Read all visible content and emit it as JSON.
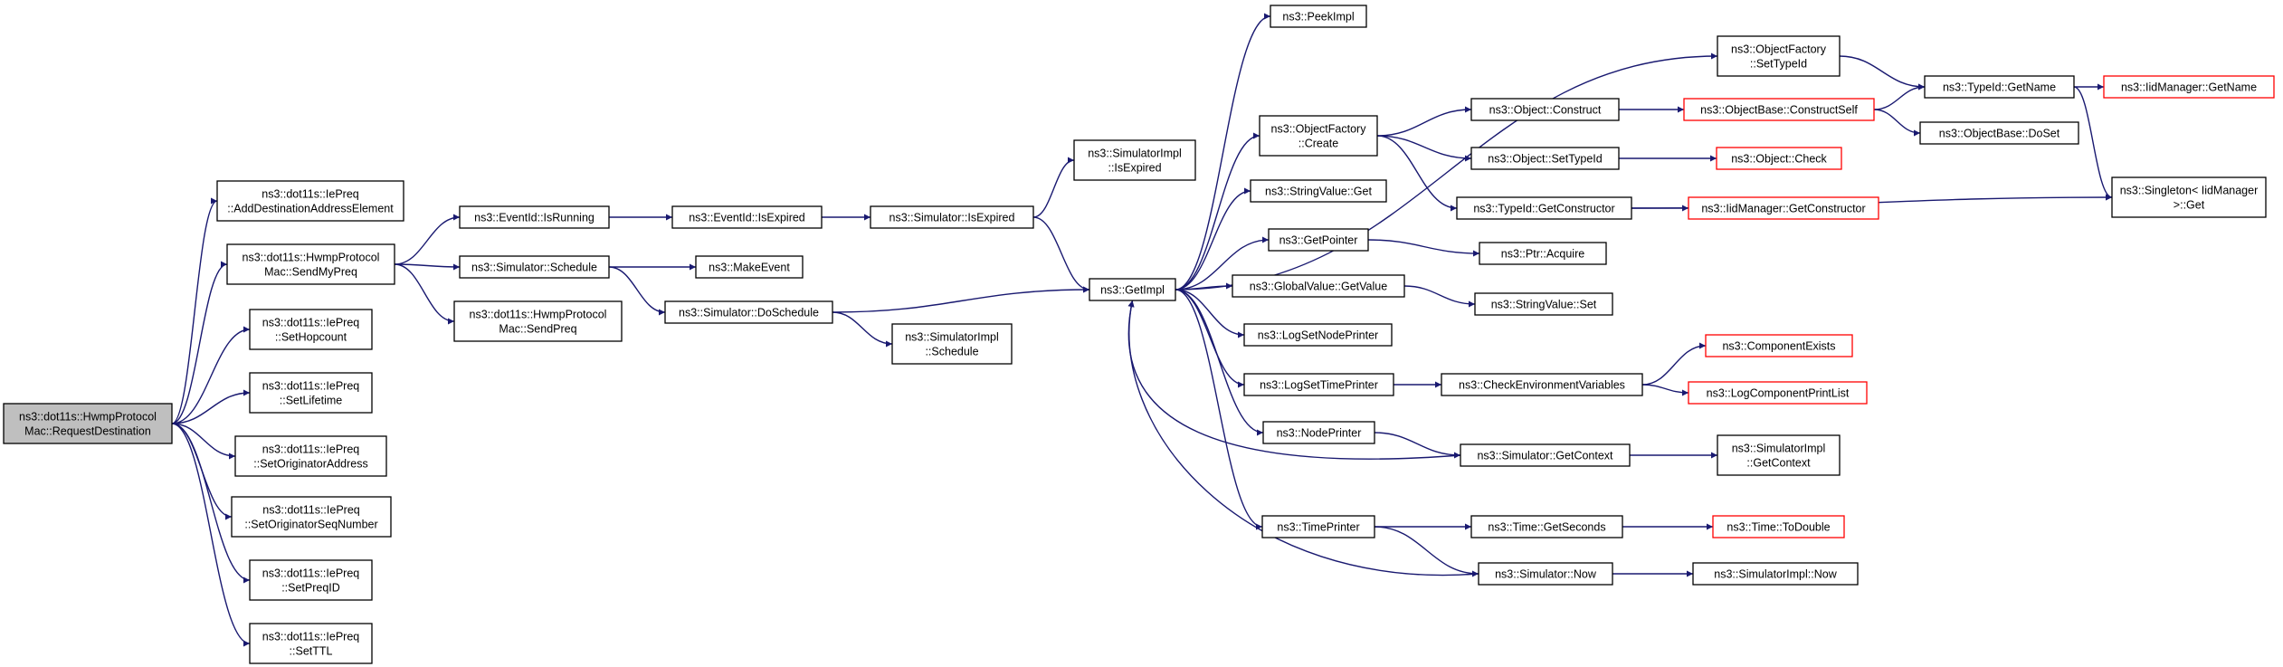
{
  "colors": {
    "edge": "#191970",
    "normal_border": "#000000",
    "truncated_border": "#ff0000",
    "root_fill": "#bfbfbf",
    "node_fill": "#ffffff"
  },
  "nodes": [
    {
      "id": "root",
      "lines": [
        "ns3::dot11s::HwmpProtocol",
        "Mac::RequestDestination"
      ],
      "root": true
    },
    {
      "id": "addDest",
      "lines": [
        "ns3::dot11s::IePreq",
        "::AddDestinationAddressElement"
      ]
    },
    {
      "id": "sendMyPreq",
      "lines": [
        "ns3::dot11s::HwmpProtocol",
        "Mac::SendMyPreq"
      ]
    },
    {
      "id": "setHopcount",
      "lines": [
        "ns3::dot11s::IePreq",
        "::SetHopcount"
      ]
    },
    {
      "id": "setLifetime",
      "lines": [
        "ns3::dot11s::IePreq",
        "::SetLifetime"
      ]
    },
    {
      "id": "setOrigAddr",
      "lines": [
        "ns3::dot11s::IePreq",
        "::SetOriginatorAddress"
      ]
    },
    {
      "id": "setOrigSeq",
      "lines": [
        "ns3::dot11s::IePreq",
        "::SetOriginatorSeqNumber"
      ]
    },
    {
      "id": "setPreqId",
      "lines": [
        "ns3::dot11s::IePreq",
        "::SetPreqID"
      ]
    },
    {
      "id": "setTtl",
      "lines": [
        "ns3::dot11s::IePreq",
        "::SetTTL"
      ]
    },
    {
      "id": "evIsRunning",
      "lines": [
        "ns3::EventId::IsRunning"
      ]
    },
    {
      "id": "simSchedule",
      "lines": [
        "ns3::Simulator::Schedule"
      ]
    },
    {
      "id": "sendPreq",
      "lines": [
        "ns3::dot11s::HwmpProtocol",
        "Mac::SendPreq"
      ]
    },
    {
      "id": "evIsExpired",
      "lines": [
        "ns3::EventId::IsExpired"
      ]
    },
    {
      "id": "makeEvent",
      "lines": [
        "ns3::MakeEvent"
      ]
    },
    {
      "id": "doSchedule",
      "lines": [
        "ns3::Simulator::DoSchedule"
      ]
    },
    {
      "id": "simIsExpired",
      "lines": [
        "ns3::Simulator::IsExpired"
      ]
    },
    {
      "id": "implSchedule",
      "lines": [
        "ns3::SimulatorImpl",
        "::Schedule"
      ]
    },
    {
      "id": "implIsExpired",
      "lines": [
        "ns3::SimulatorImpl",
        "::IsExpired"
      ]
    },
    {
      "id": "getImpl",
      "lines": [
        "ns3::GetImpl"
      ]
    },
    {
      "id": "peekImpl",
      "lines": [
        "ns3::PeekImpl"
      ]
    },
    {
      "id": "ofCreate",
      "lines": [
        "ns3::ObjectFactory",
        "::Create"
      ]
    },
    {
      "id": "strValGet",
      "lines": [
        "ns3::StringValue::Get"
      ]
    },
    {
      "id": "getPointer",
      "lines": [
        "ns3::GetPointer"
      ]
    },
    {
      "id": "globalGetValue",
      "lines": [
        "ns3::GlobalValue::GetValue"
      ]
    },
    {
      "id": "logSetNode",
      "lines": [
        "ns3::LogSetNodePrinter"
      ]
    },
    {
      "id": "logSetTime",
      "lines": [
        "ns3::LogSetTimePrinter"
      ]
    },
    {
      "id": "nodePrinter",
      "lines": [
        "ns3::NodePrinter"
      ]
    },
    {
      "id": "timePrinter",
      "lines": [
        "ns3::TimePrinter"
      ]
    },
    {
      "id": "ofSetTypeId",
      "lines": [
        "ns3::ObjectFactory",
        "::SetTypeId"
      ]
    },
    {
      "id": "objConstruct",
      "lines": [
        "ns3::Object::Construct"
      ]
    },
    {
      "id": "objSetTypeId",
      "lines": [
        "ns3::Object::SetTypeId"
      ]
    },
    {
      "id": "tidGetCtor",
      "lines": [
        "ns3::TypeId::GetConstructor"
      ]
    },
    {
      "id": "ptrAcquire",
      "lines": [
        "ns3::Ptr::Acquire"
      ]
    },
    {
      "id": "strValSet",
      "lines": [
        "ns3::StringValue::Set"
      ]
    },
    {
      "id": "checkEnv",
      "lines": [
        "ns3::CheckEnvironmentVariables"
      ]
    },
    {
      "id": "simGetContext",
      "lines": [
        "ns3::Simulator::GetContext"
      ]
    },
    {
      "id": "timeGetSeconds",
      "lines": [
        "ns3::Time::GetSeconds"
      ]
    },
    {
      "id": "simNow",
      "lines": [
        "ns3::Simulator::Now"
      ]
    },
    {
      "id": "objBaseConstructSelf",
      "lines": [
        "ns3::ObjectBase::ConstructSelf"
      ],
      "truncated": true
    },
    {
      "id": "objCheck",
      "lines": [
        "ns3::Object::Check"
      ],
      "truncated": true
    },
    {
      "id": "iidGetCtor",
      "lines": [
        "ns3::IidManager::GetConstructor"
      ],
      "truncated": true
    },
    {
      "id": "compExists",
      "lines": [
        "ns3::ComponentExists"
      ],
      "truncated": true
    },
    {
      "id": "logCompPrint",
      "lines": [
        "ns3::LogComponentPrintList"
      ],
      "truncated": true
    },
    {
      "id": "implGetContext",
      "lines": [
        "ns3::SimulatorImpl",
        "::GetContext"
      ]
    },
    {
      "id": "timeToDouble",
      "lines": [
        "ns3::Time::ToDouble"
      ],
      "truncated": true
    },
    {
      "id": "implNow",
      "lines": [
        "ns3::SimulatorImpl::Now"
      ]
    },
    {
      "id": "tidGetName",
      "lines": [
        "ns3::TypeId::GetName"
      ]
    },
    {
      "id": "objBaseDoSet",
      "lines": [
        "ns3::ObjectBase::DoSet"
      ]
    },
    {
      "id": "iidGetName",
      "lines": [
        "ns3::IidManager::GetName"
      ],
      "truncated": true
    },
    {
      "id": "singletonGet",
      "lines": [
        "ns3::Singleton< IidManager",
        ">::Get"
      ]
    }
  ],
  "edges": [
    [
      "root",
      "addDest"
    ],
    [
      "root",
      "sendMyPreq"
    ],
    [
      "root",
      "setHopcount"
    ],
    [
      "root",
      "setLifetime"
    ],
    [
      "root",
      "setOrigAddr"
    ],
    [
      "root",
      "setOrigSeq"
    ],
    [
      "root",
      "setPreqId"
    ],
    [
      "root",
      "setTtl"
    ],
    [
      "sendMyPreq",
      "evIsRunning"
    ],
    [
      "sendMyPreq",
      "simSchedule"
    ],
    [
      "sendMyPreq",
      "sendPreq"
    ],
    [
      "evIsRunning",
      "evIsExpired"
    ],
    [
      "evIsExpired",
      "simIsExpired"
    ],
    [
      "simSchedule",
      "makeEvent"
    ],
    [
      "simSchedule",
      "doSchedule"
    ],
    [
      "doSchedule",
      "getImpl"
    ],
    [
      "doSchedule",
      "implSchedule"
    ],
    [
      "simIsExpired",
      "implIsExpired"
    ],
    [
      "simIsExpired",
      "getImpl"
    ],
    [
      "getImpl",
      "peekImpl"
    ],
    [
      "getImpl",
      "ofSetTypeId"
    ],
    [
      "getImpl",
      "ofCreate"
    ],
    [
      "getImpl",
      "strValGet"
    ],
    [
      "getImpl",
      "getPointer"
    ],
    [
      "getImpl",
      "globalGetValue"
    ],
    [
      "getImpl",
      "logSetNode"
    ],
    [
      "getImpl",
      "logSetTime"
    ],
    [
      "getImpl",
      "nodePrinter"
    ],
    [
      "getImpl",
      "timePrinter"
    ],
    [
      "ofSetTypeId",
      "tidGetName"
    ],
    [
      "ofCreate",
      "objConstruct"
    ],
    [
      "ofCreate",
      "objSetTypeId"
    ],
    [
      "ofCreate",
      "tidGetCtor"
    ],
    [
      "objConstruct",
      "objBaseConstructSelf"
    ],
    [
      "objBaseConstructSelf",
      "tidGetName"
    ],
    [
      "objBaseConstructSelf",
      "objBaseDoSet"
    ],
    [
      "objSetTypeId",
      "objCheck"
    ],
    [
      "tidGetCtor",
      "iidGetCtor"
    ],
    [
      "tidGetCtor",
      "singletonGet"
    ],
    [
      "tidGetName",
      "iidGetName"
    ],
    [
      "tidGetName",
      "singletonGet"
    ],
    [
      "getPointer",
      "ptrAcquire"
    ],
    [
      "globalGetValue",
      "strValSet"
    ],
    [
      "logSetTime",
      "checkEnv"
    ],
    [
      "checkEnv",
      "compExists"
    ],
    [
      "checkEnv",
      "logCompPrint"
    ],
    [
      "nodePrinter",
      "simGetContext"
    ],
    [
      "simGetContext",
      "implGetContext"
    ],
    [
      "simGetContext",
      "getImpl"
    ],
    [
      "timePrinter",
      "timeGetSeconds"
    ],
    [
      "timePrinter",
      "simNow"
    ],
    [
      "timeGetSeconds",
      "timeToDouble"
    ],
    [
      "simNow",
      "implNow"
    ],
    [
      "simNow",
      "getImpl"
    ]
  ]
}
